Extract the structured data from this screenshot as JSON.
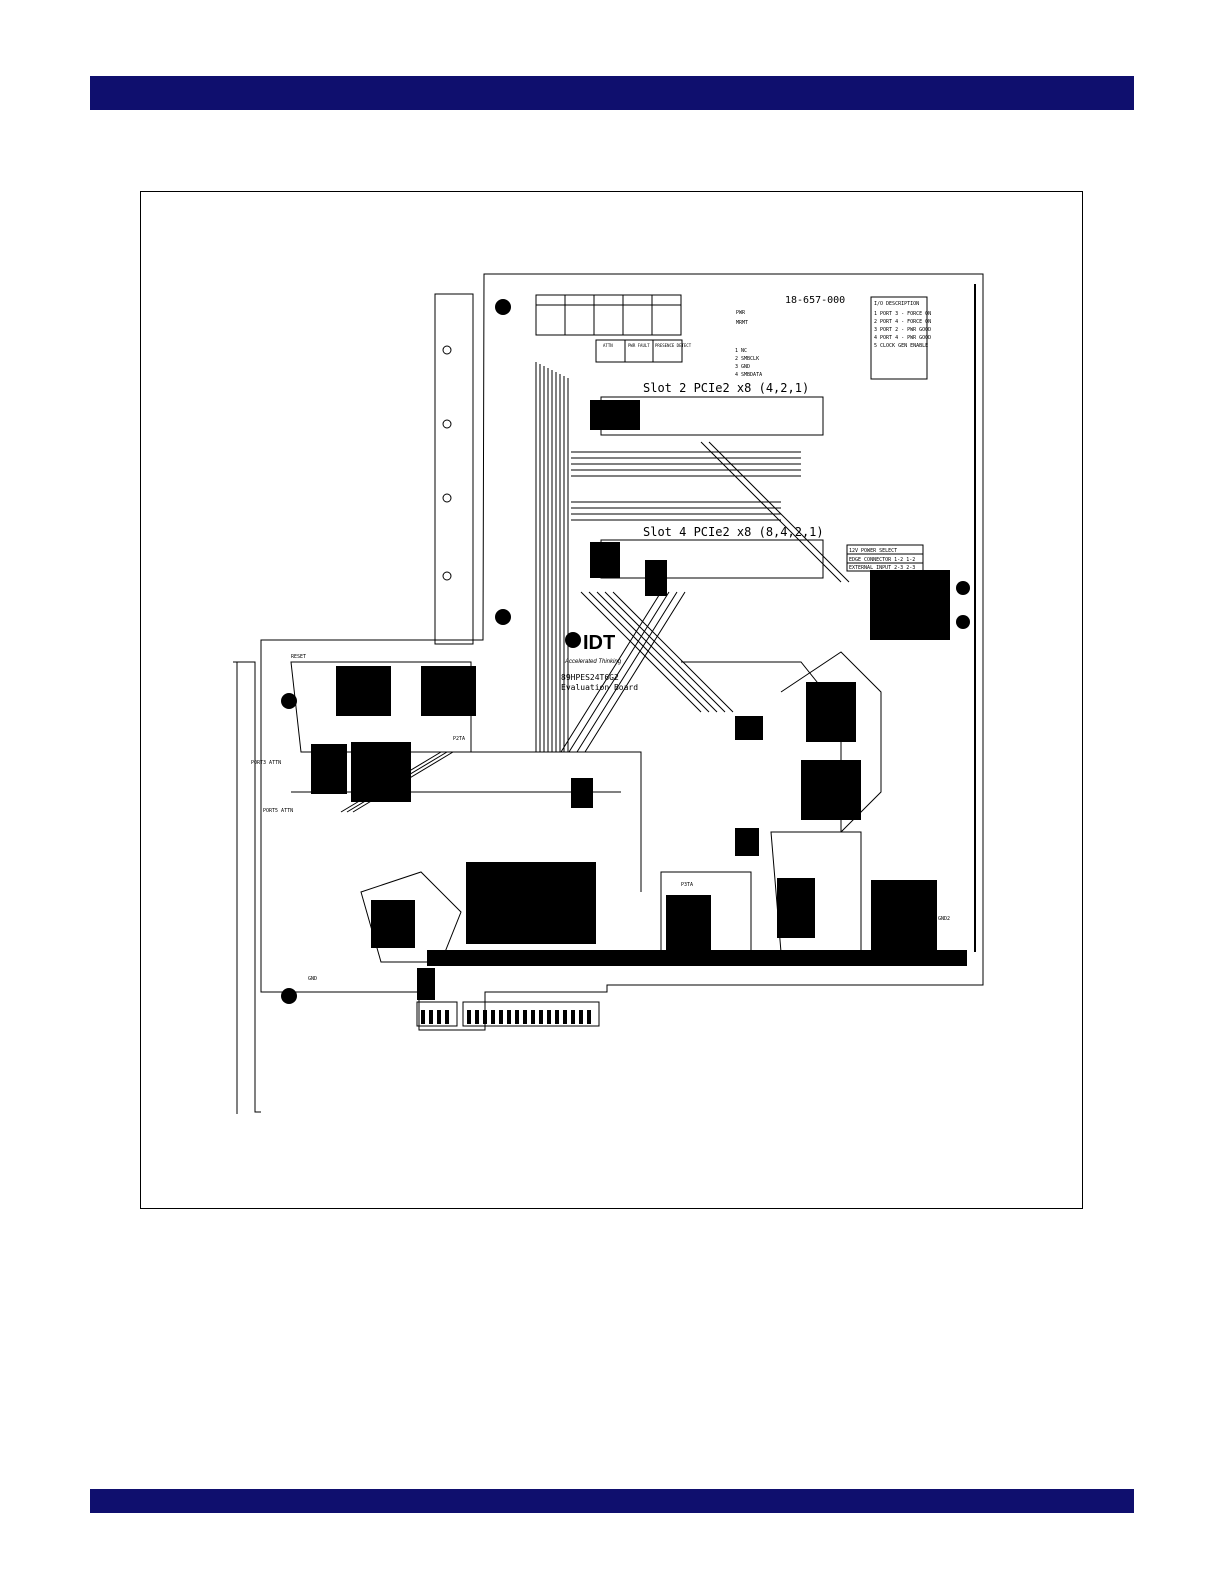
{
  "colors": {
    "header_bar": "#0f0f6e",
    "footer_bar": "#0f0f6e",
    "ink": "#000000"
  },
  "board": {
    "part_number": "18-657-000",
    "logo_text": "IDT",
    "tagline": "Accelerated Thinking",
    "device_label": "89HPES24T6G2",
    "eval_board_label": "Evaluation Board",
    "slot2_label": "Slot 2 PCIe2 x8 (4,2,1)",
    "slot4_label": "Slot 4 PCIe2 x8 (8,4,2,1)",
    "gnd_label": "GND",
    "gnd2_label": "GND2",
    "reset_label": "RESET",
    "port_attn_label": "PORT3 ATTN",
    "port5_attn_label": "PORT5 ATTN",
    "pwr_label": "PWR",
    "mrmt_label": "MRMT",
    "p3ta_label": "P3TA",
    "p2ta_label": "P2TA",
    "io_desc_title": "I/O DESCRIPTION",
    "io_desc_rows": [
      "1 PORT 3 - FORCE ON",
      "2 PORT 4 - FORCE ON",
      "3 PORT 2 - PWR GOOD",
      "4 PORT 4 - PWR GOOD",
      "5 CLOCK GEN ENABLE"
    ],
    "power_select_title": "12V POWER SELECT",
    "power_select_rows": [
      "EDGE CONNECTOR 1-2 1-2",
      "EXTERNAL INPUT 2-3 2-3"
    ],
    "jumper_labels": [
      "1 NC",
      "2 SMBCLK",
      "3 GND",
      "4 SMBDATA"
    ],
    "status_labels": [
      "ATTN",
      "PWR FAULT",
      "PRESENCE DETECT"
    ]
  }
}
